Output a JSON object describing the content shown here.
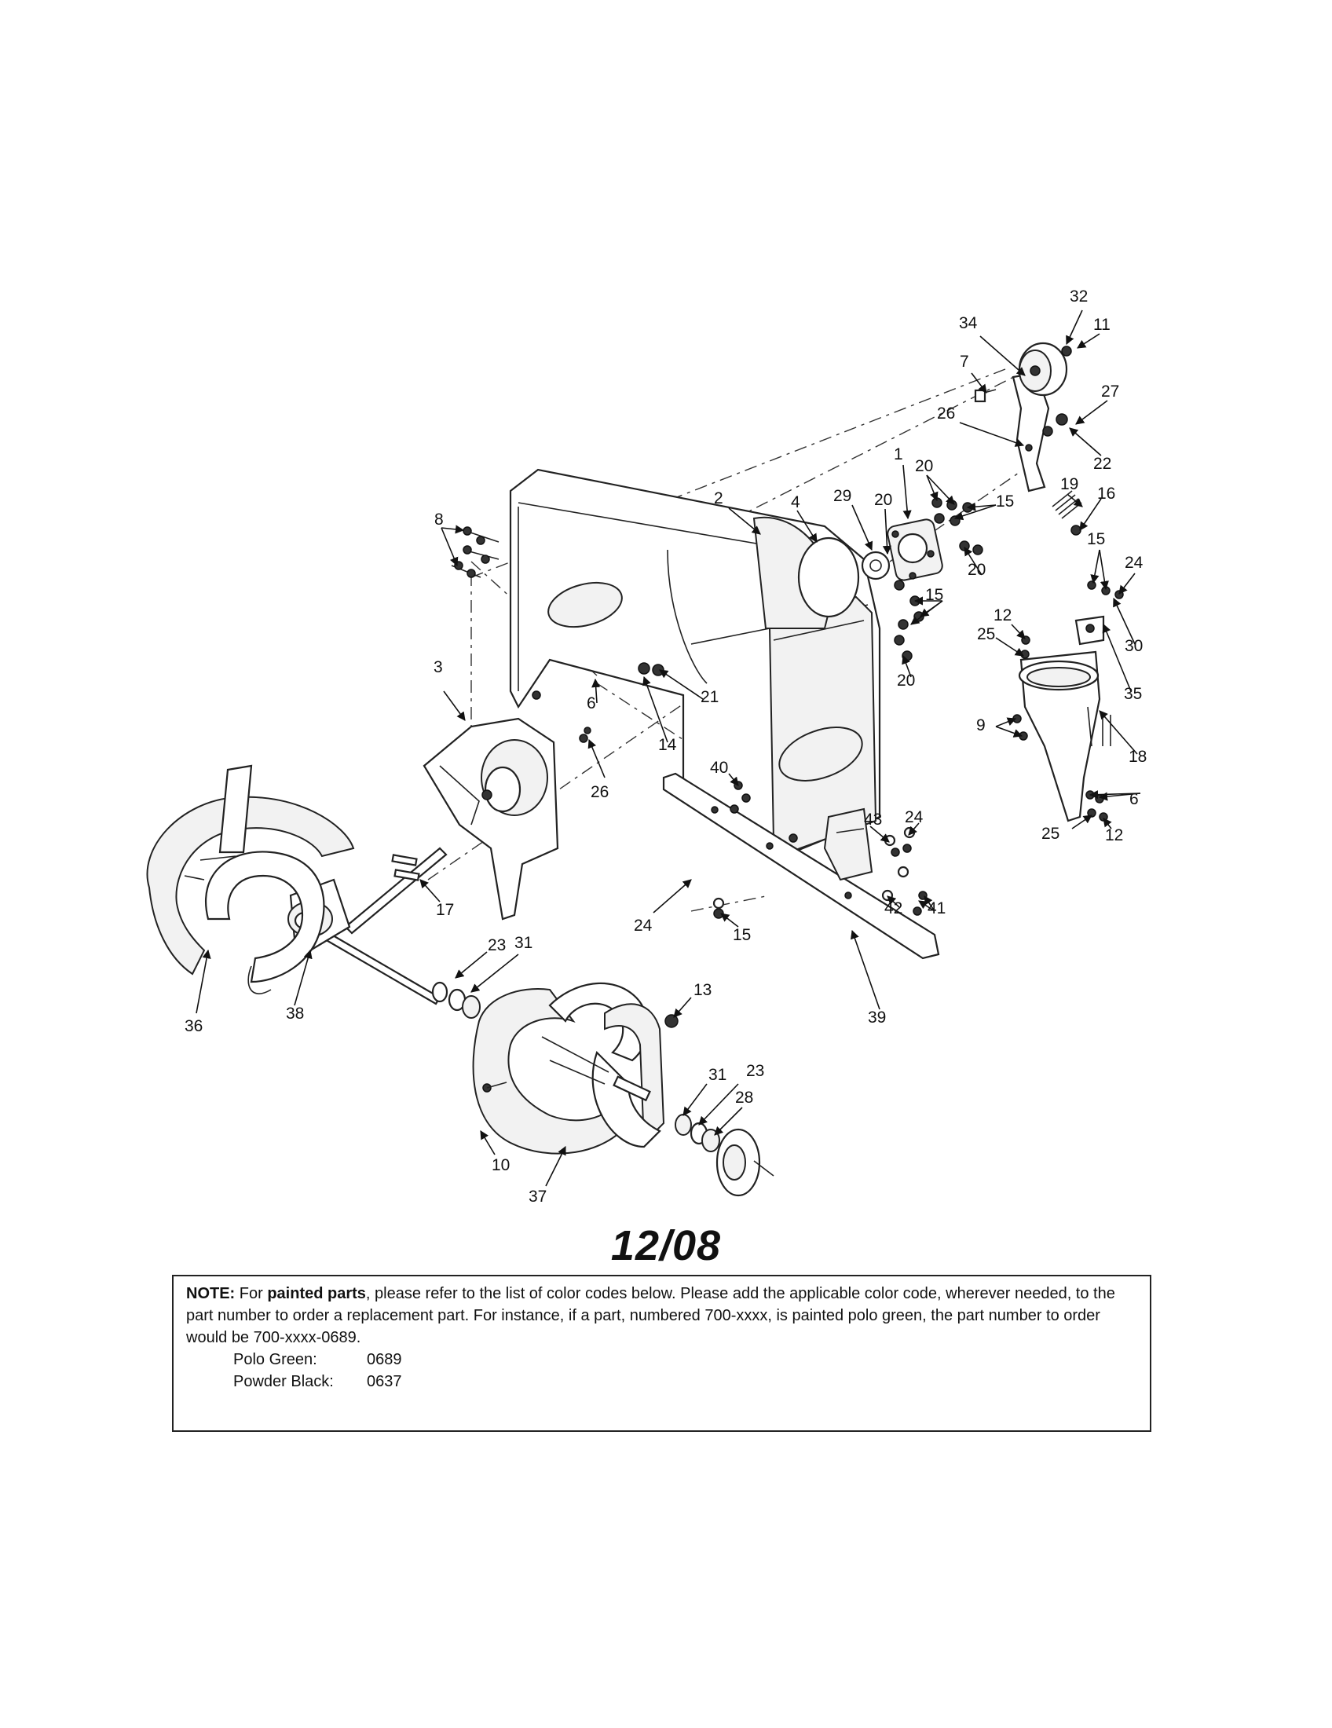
{
  "diagram": {
    "part_labels": [
      {
        "id": "l32",
        "text": "32"
      },
      {
        "id": "l34",
        "text": "34"
      },
      {
        "id": "l11",
        "text": "11"
      },
      {
        "id": "l7",
        "text": "7"
      },
      {
        "id": "l27",
        "text": "27"
      },
      {
        "id": "l26a",
        "text": "26"
      },
      {
        "id": "l22",
        "text": "22"
      },
      {
        "id": "l1",
        "text": "1"
      },
      {
        "id": "l20a",
        "text": "20"
      },
      {
        "id": "l29",
        "text": "29"
      },
      {
        "id": "l20b",
        "text": "20"
      },
      {
        "id": "l15a",
        "text": "15"
      },
      {
        "id": "l19",
        "text": "19"
      },
      {
        "id": "l16",
        "text": "16"
      },
      {
        "id": "l2",
        "text": "2"
      },
      {
        "id": "l4",
        "text": "4"
      },
      {
        "id": "l8",
        "text": "8"
      },
      {
        "id": "l20c",
        "text": "20"
      },
      {
        "id": "l15b",
        "text": "15"
      },
      {
        "id": "l24a",
        "text": "24"
      },
      {
        "id": "l15c",
        "text": "15"
      },
      {
        "id": "l12a",
        "text": "12"
      },
      {
        "id": "l25a",
        "text": "25"
      },
      {
        "id": "l30",
        "text": "30"
      },
      {
        "id": "l20d",
        "text": "20"
      },
      {
        "id": "l35",
        "text": "35"
      },
      {
        "id": "l3",
        "text": "3"
      },
      {
        "id": "l21",
        "text": "21"
      },
      {
        "id": "l6a",
        "text": "6"
      },
      {
        "id": "l9",
        "text": "9"
      },
      {
        "id": "l18",
        "text": "18"
      },
      {
        "id": "l14",
        "text": "14"
      },
      {
        "id": "l6b",
        "text": "6"
      },
      {
        "id": "l26b",
        "text": "26"
      },
      {
        "id": "l40",
        "text": "40"
      },
      {
        "id": "l24b",
        "text": "24"
      },
      {
        "id": "l43",
        "text": "43"
      },
      {
        "id": "l25b",
        "text": "25"
      },
      {
        "id": "l12b",
        "text": "12"
      },
      {
        "id": "l17",
        "text": "17"
      },
      {
        "id": "l41",
        "text": "41"
      },
      {
        "id": "l42",
        "text": "42"
      },
      {
        "id": "l24c",
        "text": "24"
      },
      {
        "id": "l15d",
        "text": "15"
      },
      {
        "id": "l23a",
        "text": "23"
      },
      {
        "id": "l31a",
        "text": "31"
      },
      {
        "id": "l13",
        "text": "13"
      },
      {
        "id": "l36",
        "text": "36"
      },
      {
        "id": "l38",
        "text": "38"
      },
      {
        "id": "l39",
        "text": "39"
      },
      {
        "id": "l31b",
        "text": "31"
      },
      {
        "id": "l23b",
        "text": "23"
      },
      {
        "id": "l28",
        "text": "28"
      },
      {
        "id": "l10",
        "text": "10"
      },
      {
        "id": "l37",
        "text": "37"
      }
    ]
  },
  "drawing_code": "12/08",
  "note": {
    "label": "NOTE:",
    "text_1": " For ",
    "emphasis": "painted parts",
    "text_2": ", please refer to the list of color codes below. Please add the applicable color code, wherever needed, to the part number to order a replacement part. For instance, if a part, numbered 700-xxxx, is painted polo green, the part number to order would be 700-xxxx-0689.",
    "color_codes": [
      {
        "name": "Polo Green:",
        "code": "0689"
      },
      {
        "name": "Powder Black:",
        "code": "0637"
      }
    ]
  }
}
